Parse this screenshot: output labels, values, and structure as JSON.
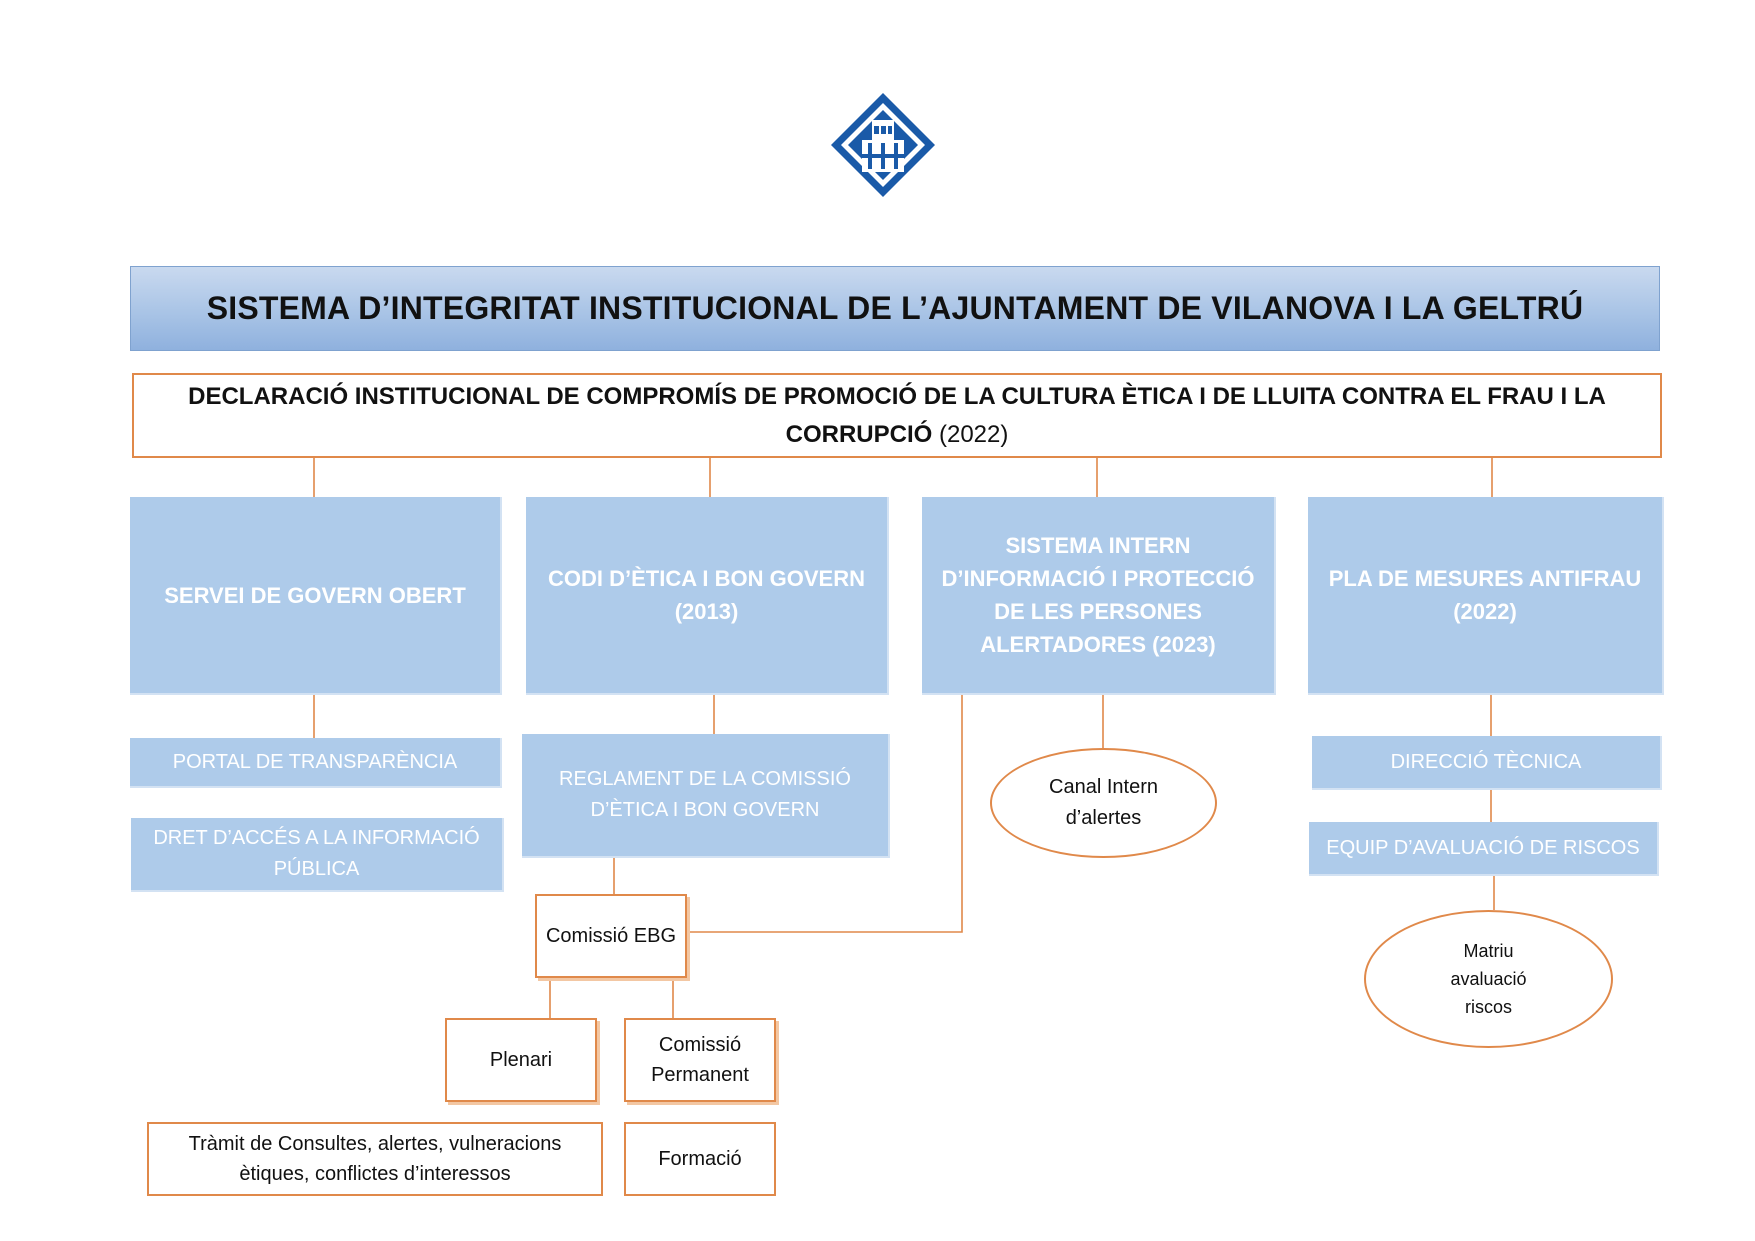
{
  "title": "SISTEMA D’INTEGRITAT INSTITUCIONAL DE L’AJUNTAMENT DE VILANOVA I LA GELTRÚ",
  "declaration": {
    "bold": "DECLARACIÓ INSTITUCIONAL DE COMPROMÍS DE PROMOCIÓ DE LA CULTURA ÈTICA I DE LLUITA CONTRA EL FRAU I LA CORRUPCIÓ",
    "year": "(2022)"
  },
  "pillars": {
    "govern_obert": "SERVEI DE GOVERN OBERT",
    "codi_etica": "CODI D’ÈTICA I BON GOVERN (2013)",
    "sistema_intern": "SISTEMA INTERN D’INFORMACIÓ I PROTECCIÓ DE LES PERSONES ALERTADORES (2023)",
    "pla_antifrau": "PLA DE MESURES ANTIFRAU (2022)"
  },
  "govern_obert_items": {
    "portal": "PORTAL DE TRANSPARÈNCIA",
    "dret": "DRET D’ACCÉS A LA INFORMACIÓ PÚBLICA"
  },
  "codi_etica_items": {
    "reglament": "REGLAMENT DE LA COMISSIÓ D’ÈTICA I BON GOVERN",
    "comissio_ebg": "Comissió EBG",
    "plenari": "Plenari",
    "permanent": "Comissió Permanent",
    "tramit": "Tràmit de Consultes, alertes, vulneracions ètiques, conflictes d’interessos",
    "formacio": "Formació"
  },
  "sistema_intern_items": {
    "canal": "Canal Intern d’alertes"
  },
  "antifrau_items": {
    "direccio": "DIRECCIÓ TÈCNICA",
    "equip": "EQUIP D’AVALUACIÓ DE RISCOS",
    "matriu": "Matriu avaluació riscos"
  },
  "colors": {
    "box_fill": "#aecbea",
    "box_text": "#ffffff",
    "orange": "#e0894a",
    "title_fill": "#a9c4e6",
    "logo_blue": "#1a5aa8"
  },
  "logo": "city-shield-logo"
}
